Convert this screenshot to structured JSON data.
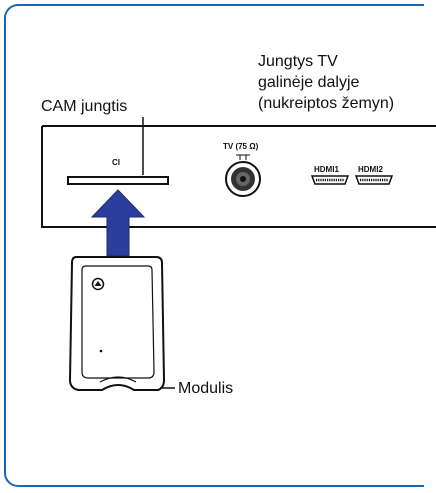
{
  "labels": {
    "rear_connections_line1": "Jungtys TV",
    "rear_connections_line2": "galinėje dalyje",
    "rear_connections_line3": "(nukreiptos žemyn)",
    "cam_connector": "CAM jungtis",
    "module": "Modulis"
  },
  "panel": {
    "ci_label": "CI",
    "tv_label": "TV (75 Ω)",
    "hdmi1_label": "HDMI1",
    "hdmi2_label": "HDMI2"
  },
  "colors": {
    "frame": "#1d63b6",
    "arrow": "#2b3e9c",
    "line": "#111111"
  }
}
